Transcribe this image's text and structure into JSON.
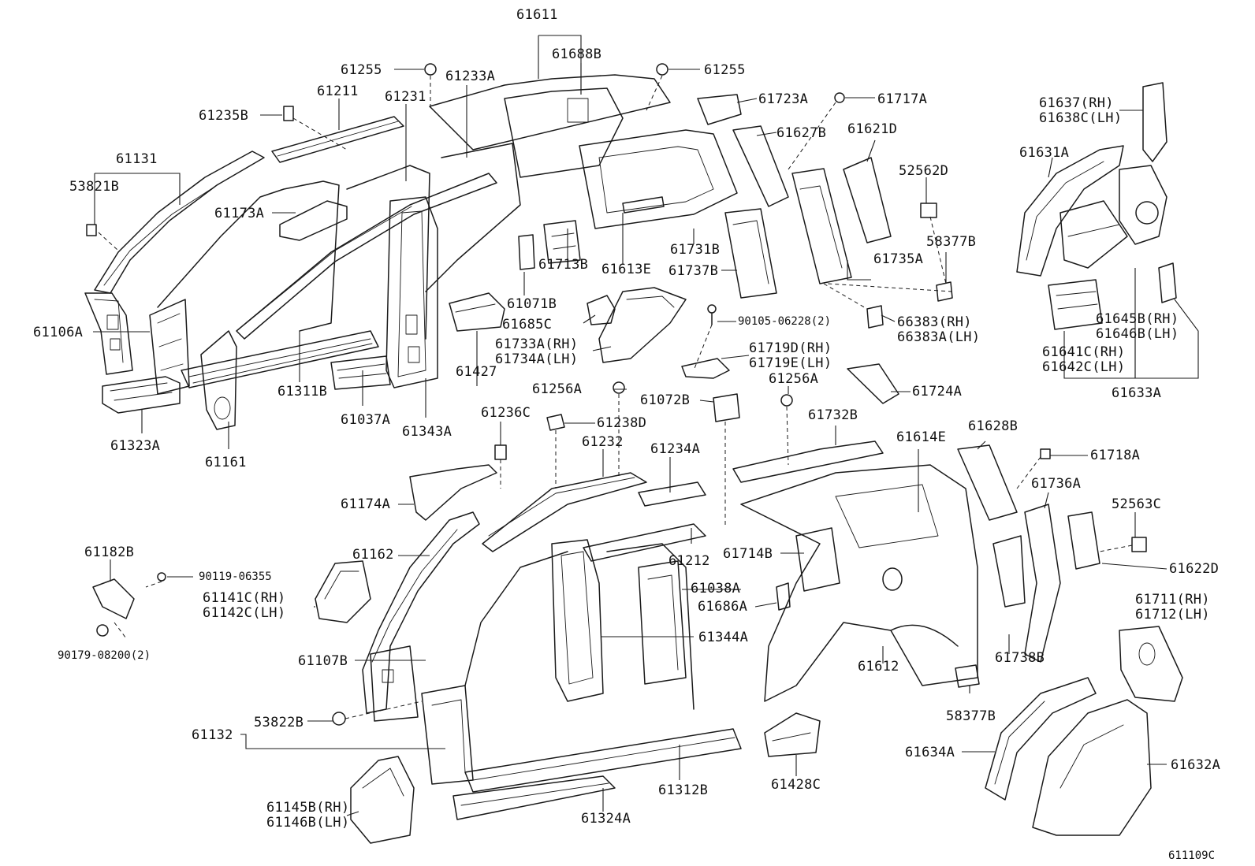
{
  "labels": {
    "l61611": "61611",
    "l61688B": "61688B",
    "l61255a": "61255",
    "l61255b": "61255",
    "l61233A": "61233A",
    "l61211": "61211",
    "l61231": "61231",
    "l61235B": "61235B",
    "l61723A": "61723A",
    "l61717A": "61717A",
    "l61627B": "61627B",
    "l61621D": "61621D",
    "l61131": "61131",
    "l53821B": "53821B",
    "l61173A": "61173A",
    "l52562D": "52562D",
    "l61637": "61637(RH)",
    "l61638C": "61638C(LH)",
    "l61631A": "61631A",
    "l58377Ba": "58377B",
    "l61731B": "61731B",
    "l61735A": "61735A",
    "l61713B": "61713B",
    "l61613E": "61613E",
    "l61737B": "61737B",
    "l61106A": "61106A",
    "l61071B": "61071B",
    "l90105": "90105-06228(2)",
    "l66383": "66383(RH)",
    "l66383A": "66383A(LH)",
    "l61685C": "61685C",
    "l61733A": "61733A(RH)",
    "l61734A": "61734A(LH)",
    "l61427": "61427",
    "l61719D": "61719D(RH)",
    "l61719E": "61719E(LH)",
    "l61645B": "61645B(RH)",
    "l61646B": "61646B(LH)",
    "l61641C": "61641C(RH)",
    "l61642C": "61642C(LH)",
    "l61633A": "61633A",
    "l61311B": "61311B",
    "l61037A": "61037A",
    "l61343A": "61343A",
    "l61323A": "61323A",
    "l61161": "61161",
    "l61256Aa": "61256A",
    "l61256Ab": "61256A",
    "l61724A": "61724A",
    "l61236C": "61236C",
    "l61238D": "61238D",
    "l61072B": "61072B",
    "l61732B": "61732B",
    "l61628B": "61628B",
    "l61614E": "61614E",
    "l61232": "61232",
    "l61234A": "61234A",
    "l61718A": "61718A",
    "l61736A": "61736A",
    "l61174A": "61174A",
    "l52563C": "52563C",
    "l61182B": "61182B",
    "l61162": "61162",
    "l61212": "61212",
    "l61714B": "61714B",
    "l61622D": "61622D",
    "l90119": "90119-06355",
    "l61141C": "61141C(RH)",
    "l61142C": "61142C(LH)",
    "l61038A": "61038A",
    "l61686A": "61686A",
    "l61711": "61711(RH)",
    "l61712": "61712(LH)",
    "l61344A": "61344A",
    "l90179": "90179-08200(2)",
    "l61107B": "61107B",
    "l61612": "61612",
    "l61738B": "61738B",
    "l53822B": "53822B",
    "l58377Bb": "58377B",
    "l61132": "61132",
    "l61634A": "61634A",
    "l61632A": "61632A",
    "l61428C": "61428C",
    "l61312B": "61312B",
    "l61145B": "61145B(RH)",
    "l61146B": "61146B(LH)",
    "l61324A": "61324A"
  },
  "figure_code": "611109C"
}
